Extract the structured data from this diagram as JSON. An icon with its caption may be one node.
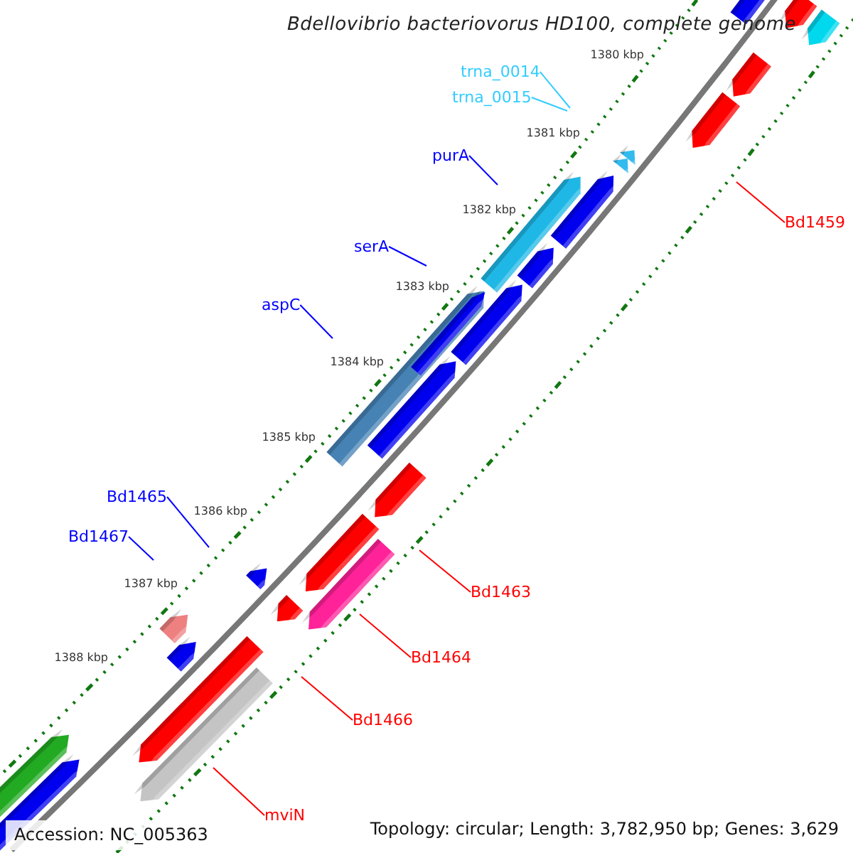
{
  "diagram": {
    "title": "Bdellovibrio bacteriovorus HD100, complete genome",
    "nodes": [
      {
        "text": [
          "trna_0014"
        ]
      },
      {
        "text": [
          "trna_0015"
        ]
      },
      {
        "text": [
          "purA"
        ]
      },
      {
        "text": [
          "serA"
        ]
      },
      {
        "text": [
          "aspC"
        ]
      },
      {
        "text": [
          "Bd1465"
        ]
      },
      {
        "text": [
          "Bd1467"
        ]
      },
      {
        "text": [
          "Bd1459"
        ]
      },
      {
        "text": [
          "Bd1463"
        ]
      },
      {
        "text": [
          "Bd1464"
        ]
      },
      {
        "text": [
          "Bd1466"
        ]
      },
      {
        "text": [
          "mviN"
        ]
      }
    ],
    "edges": [
      {
        "from": 0,
        "to": null,
        "arrow": "none",
        "color": "#33ccff"
      },
      {
        "from": 1,
        "to": null,
        "arrow": "none",
        "color": "#33ccff"
      },
      {
        "from": 2,
        "to": null,
        "arrow": "none",
        "color": "#0000ff"
      },
      {
        "from": 3,
        "to": null,
        "arrow": "none",
        "color": "#0000ff"
      },
      {
        "from": 4,
        "to": null,
        "arrow": "none",
        "color": "#0000ff"
      },
      {
        "from": 5,
        "to": null,
        "arrow": "none",
        "color": "#0000ff"
      },
      {
        "from": 6,
        "to": null,
        "arrow": "none",
        "color": "#0000ff"
      },
      {
        "from": 7,
        "to": null,
        "arrow": "none",
        "color": "#ff0000"
      },
      {
        "from": 8,
        "to": null,
        "arrow": "none",
        "color": "#ff0000"
      },
      {
        "from": 9,
        "to": null,
        "arrow": "none",
        "color": "#ff0000"
      },
      {
        "from": 10,
        "to": null,
        "arrow": "none",
        "color": "#ff0000"
      },
      {
        "from": 11,
        "to": null,
        "arrow": "none",
        "color": "#ff0000"
      }
    ],
    "labels": [
      "1380 kbp",
      "1381 kbp",
      "1382 kbp",
      "1383 kbp",
      "1384 kbp",
      "1385 kbp",
      "1386 kbp",
      "1387 kbp",
      "1388 kbp",
      "Accession: NC_005363",
      "Topology: circular; Length: 3,782,950 bp; Genes: 3,629"
    ]
  }
}
